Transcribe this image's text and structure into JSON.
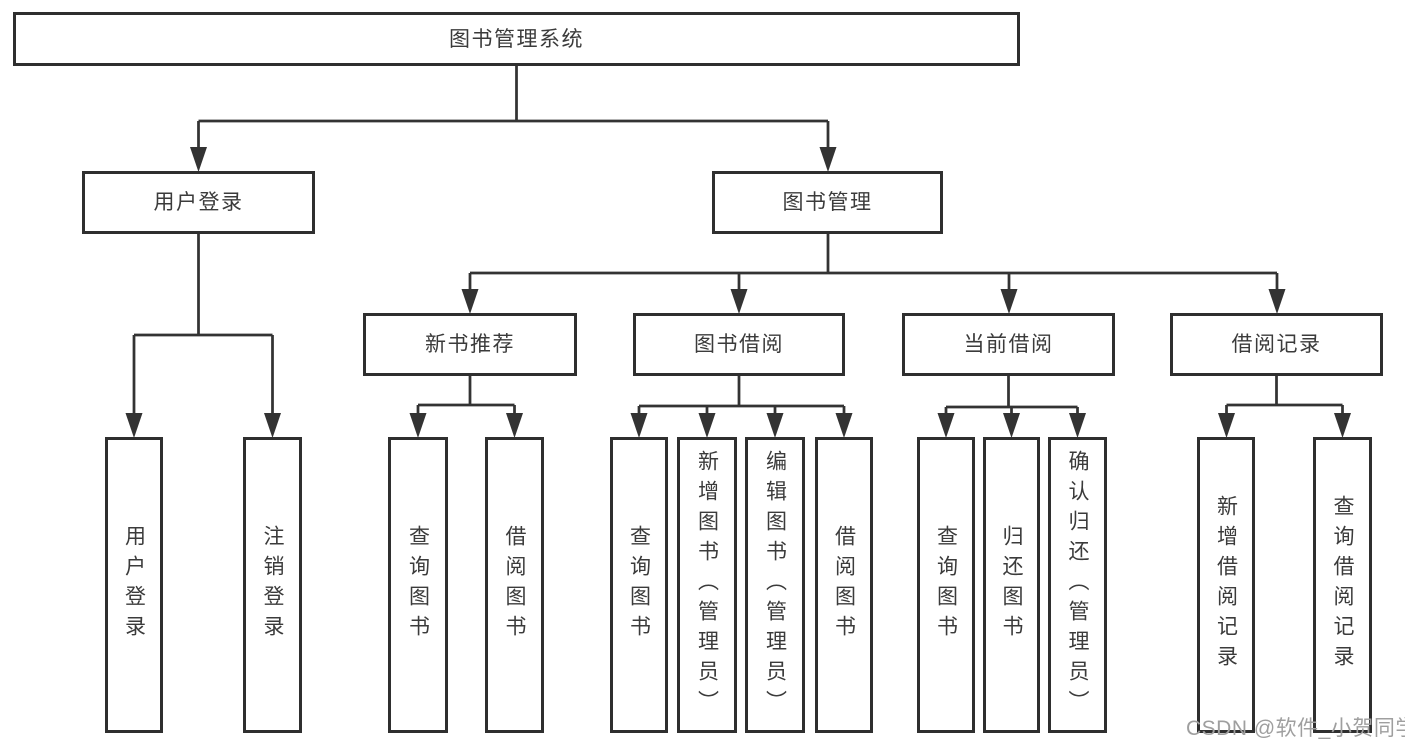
{
  "diagram": {
    "root": {
      "label": "图书管理系统"
    },
    "branches": [
      {
        "label": "用户登录",
        "children": [
          {
            "label": "用户登录"
          },
          {
            "label": "注销登录"
          }
        ]
      },
      {
        "label": "图书管理",
        "children": [
          {
            "label": "新书推荐",
            "children": [
              {
                "label": "查询图书"
              },
              {
                "label": "借阅图书"
              }
            ]
          },
          {
            "label": "图书借阅",
            "children": [
              {
                "label": "查询图书"
              },
              {
                "label": "新增图书（管理员）"
              },
              {
                "label": "编辑图书（管理员）"
              },
              {
                "label": "借阅图书"
              }
            ]
          },
          {
            "label": "当前借阅",
            "children": [
              {
                "label": "查询图书"
              },
              {
                "label": "归还图书"
              },
              {
                "label": "确认归还（管理员）"
              }
            ]
          },
          {
            "label": "借阅记录",
            "children": [
              {
                "label": "新增借阅记录"
              },
              {
                "label": "查询借阅记录"
              }
            ]
          }
        ]
      }
    ]
  },
  "watermark": {
    "text": "CSDN @软件_小贺同学"
  },
  "colors": {
    "line": "#333333",
    "box_border": "#2f2f2f",
    "text": "#3b3b3b",
    "watermark": "#9f9f9f",
    "background": "#ffffff"
  }
}
